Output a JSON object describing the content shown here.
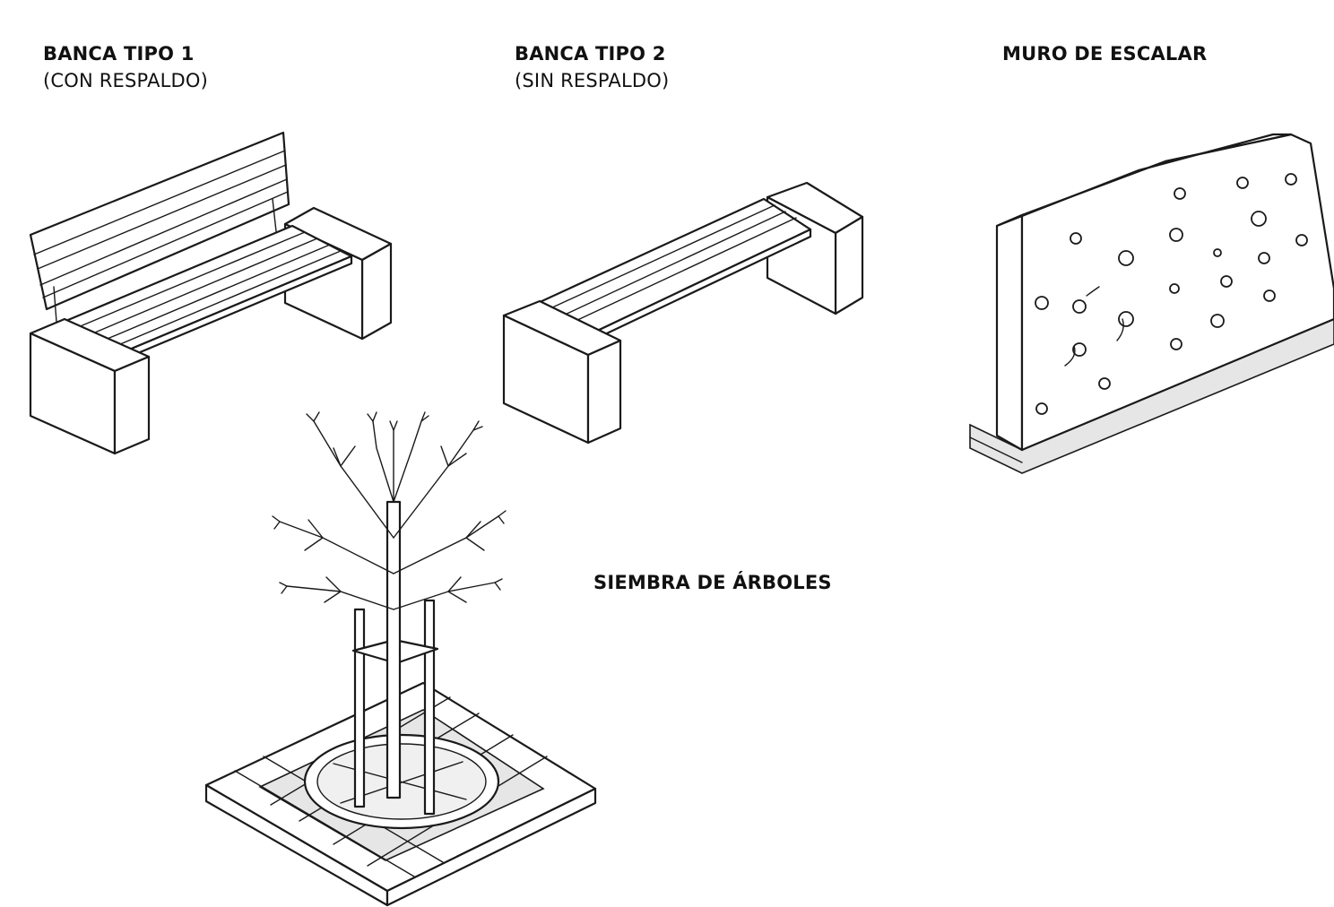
{
  "labels": {
    "bench1": {
      "title": "BANCA TIPO 1",
      "subtitle": "(CON RESPALDO)"
    },
    "bench2": {
      "title": "BANCA TIPO 2",
      "subtitle": "(SIN RESPALDO)"
    },
    "climbing_wall": {
      "title": "MURO DE ESCALAR"
    },
    "tree_planting": {
      "title": "SIEMBRA DE ÁRBOLES"
    }
  },
  "colors": {
    "line": "#1a1a1a",
    "background": "#ffffff",
    "hatch": "#e6e6e6"
  }
}
